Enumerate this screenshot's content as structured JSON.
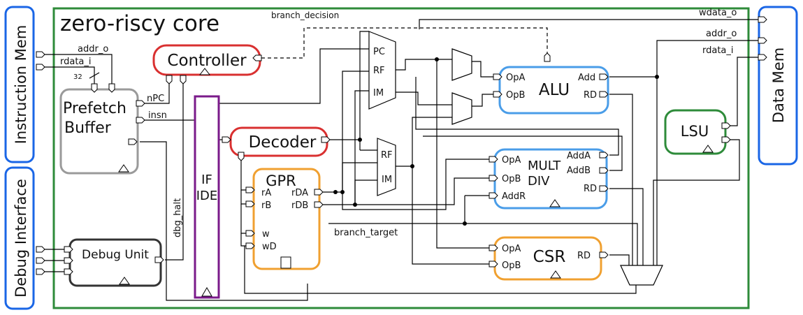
{
  "title": "zero-riscy core",
  "external": {
    "instruction_mem": "Instruction Mem",
    "debug_interface": "Debug Interface",
    "data_mem": "Data Mem"
  },
  "blocks": {
    "controller": "Controller",
    "prefetch_line1": "Prefetch",
    "prefetch_line2": "Buffer",
    "decoder": "Decoder",
    "gpr": "GPR",
    "alu": "ALU",
    "mult_line1": "MULT",
    "mult_line2": "DIV",
    "csr": "CSR",
    "lsu": "LSU",
    "debug_unit": "Debug Unit",
    "if_line1": "IF",
    "if_line2": "IDE"
  },
  "ports": {
    "pc": "PC",
    "rf": "RF",
    "im": "IM",
    "opa": "OpA",
    "opb": "OpB",
    "add": "Add",
    "rd": "RD",
    "adda": "AddA",
    "addb": "AddB",
    "addr": "AddR",
    "ra": "rA",
    "rb": "rB",
    "rda": "rDA",
    "rdb": "rDB",
    "w": "w",
    "wd": "wD"
  },
  "signals": {
    "addr_o": "addr_o",
    "rdata_i": "rdata_i",
    "bus_width": "32",
    "npc": "nPC",
    "insn": "insn",
    "branch_decision": "branch_decision",
    "wdata_o": "wdata_o",
    "dbg_halt": "dbg_halt",
    "branch_target": "branch_target"
  },
  "colors": {
    "core_border": "#2e8b3a",
    "title": "#2e8b3a",
    "external_border": "#1a66e6",
    "external_text": "#1a66e6",
    "controller_border": "#d93030",
    "alu_border": "#4a9de8",
    "gpr_border": "#f0a030",
    "if_border": "#7a1a8a",
    "if_text": "#7a1a8a",
    "prefetch_border": "#9a9a9a",
    "debug_border": "#333333",
    "lsu_border": "#2e8b3a"
  }
}
